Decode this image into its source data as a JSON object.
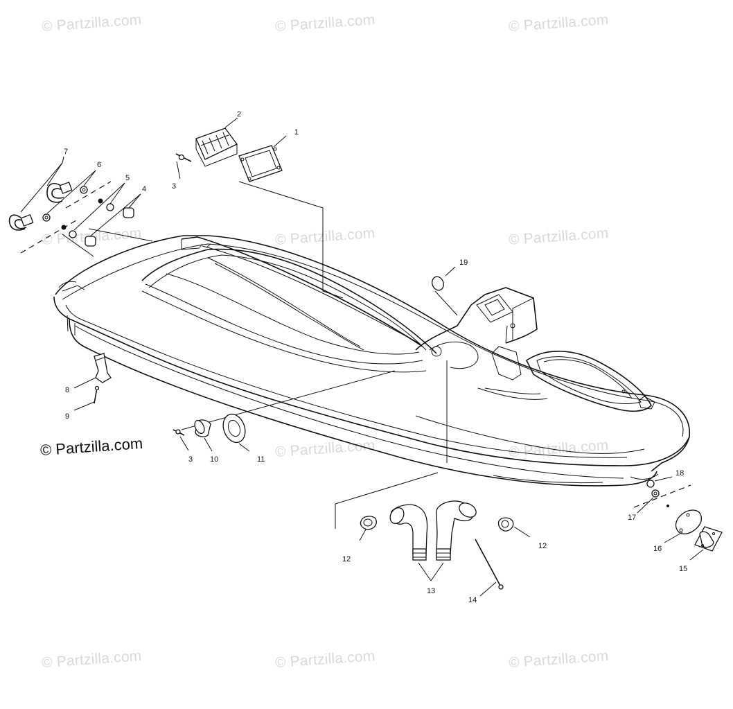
{
  "watermark_text": "© Partzilla.com",
  "main_watermark_text": "© Partzilla.com",
  "callouts": [
    "1",
    "2",
    "3",
    "4",
    "5",
    "6",
    "7",
    "8",
    "9",
    "3",
    "10",
    "11",
    "12",
    "12",
    "13",
    "14",
    "15",
    "16",
    "17",
    "18",
    "19"
  ]
}
